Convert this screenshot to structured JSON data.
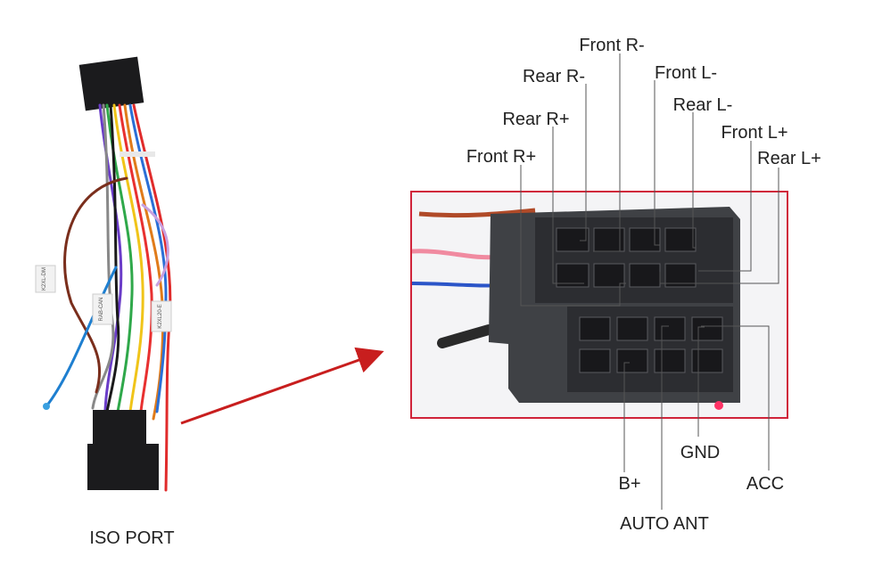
{
  "harness": {
    "caption": "ISO PORT",
    "tag_labels": [
      "K2XL-DM",
      "RAB-CAN",
      "K2XL20-E"
    ]
  },
  "connector": {
    "top_labels": [
      "Front R-",
      "Rear R-",
      "Front L-",
      "Rear R+",
      "Rear L-",
      "Front L+",
      "Front R+",
      "Rear L+"
    ],
    "bottom_labels": [
      "GND",
      "B+",
      "ACC",
      "AUTO ANT"
    ]
  },
  "colors": {
    "frame": "#d0243a",
    "arrow": "#c81e1e",
    "connector_body": "#3f4145",
    "leader": "#555555"
  }
}
